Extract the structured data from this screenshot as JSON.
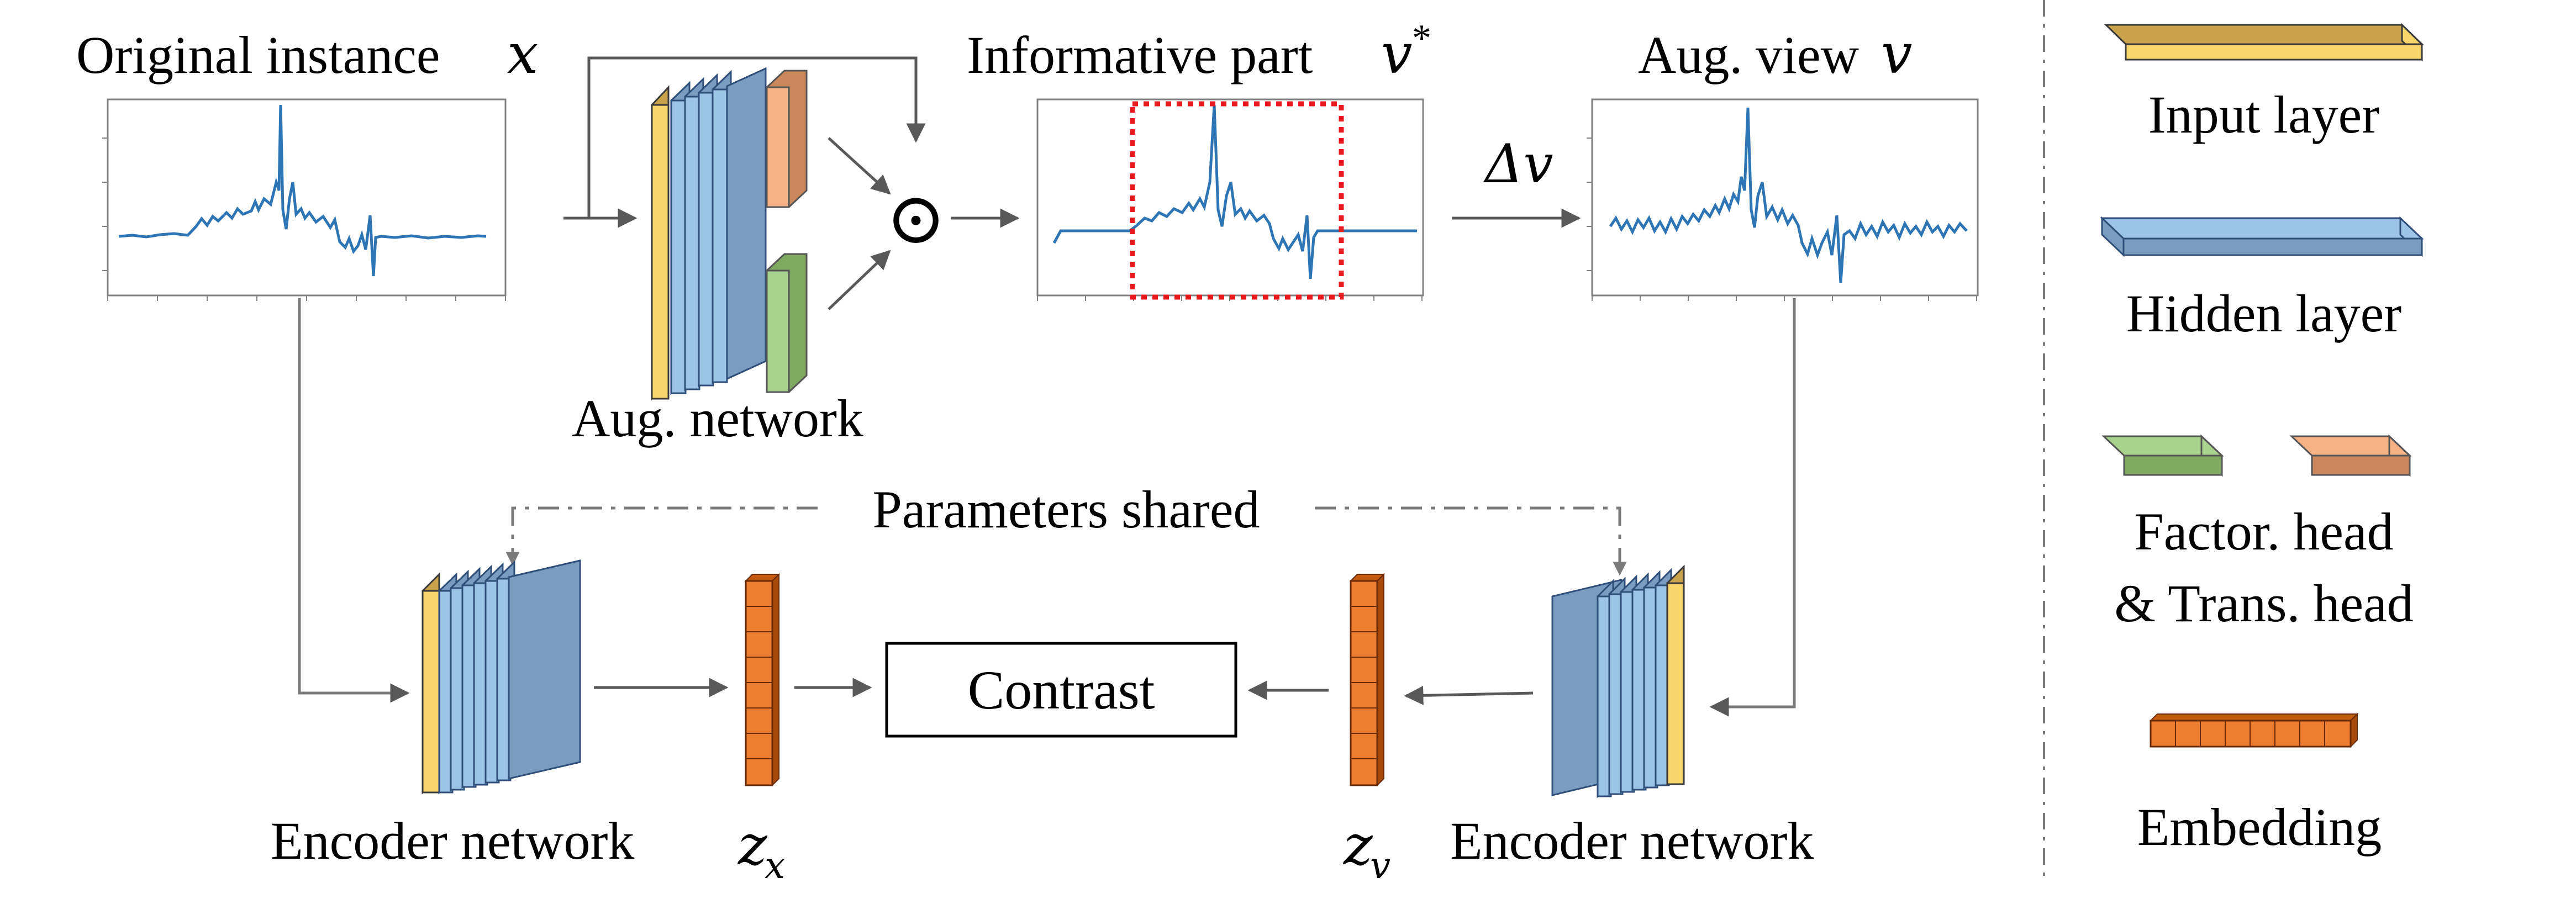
{
  "labels": {
    "original_instance": "Original instance",
    "original_symbol": "x",
    "informative_part": "Informative part",
    "informative_symbol": "v",
    "informative_sup": "*",
    "aug_view": "Aug. view",
    "aug_view_symbol": "v",
    "delta_v": "Δv",
    "aug_network": "Aug. network",
    "parameters_shared": "Parameters shared",
    "contrast": "Contrast",
    "encoder_left": "Encoder network",
    "encoder_right": "Encoder network",
    "zx_base": "z",
    "zx_sub": "x",
    "zv_base": "z",
    "zv_sub": "v",
    "odot": "⊙"
  },
  "legend": {
    "input_layer": "Input layer",
    "hidden_layer": "Hidden layer",
    "heads_line1": "Factor. head",
    "heads_line2": "& Trans. head",
    "embedding": "Embedding"
  },
  "colors": {
    "input_layer": "#F8D66B",
    "input_layer_dark": "#C9A24A",
    "hidden_layer": "#9DC3E6",
    "hidden_layer_dark": "#7A9CC0",
    "factor_head": "#A9D18E",
    "trans_head": "#F4B183",
    "embedding": "#ED7D31",
    "signal": "#2E75B6",
    "crop_box": "#E8191F",
    "arrow": "#595959"
  }
}
